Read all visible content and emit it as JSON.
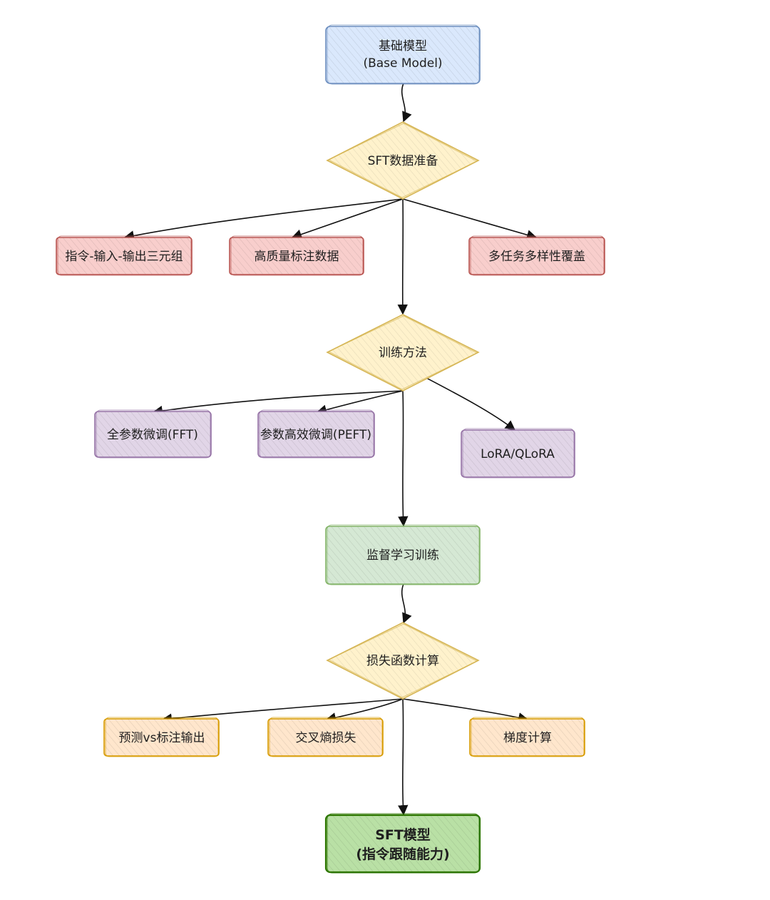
{
  "colors": {
    "blue": "#6c8ebf",
    "blue_fill": "#dae8fc",
    "yellow": "#d6b656",
    "yellow_fill": "#fff2cc",
    "red": "#b85450",
    "red_fill": "#f8cecc",
    "purple": "#9673a6",
    "purple_fill": "#e1d5e7",
    "green": "#82b366",
    "green_fill": "#d5e8d4",
    "orange": "#d79b00",
    "orange_fill": "#ffe6cc",
    "dark_green": "#2d7600",
    "dark_green_fill": "#b9e0a5"
  },
  "nodes": {
    "base_model": {
      "line1": "基础模型",
      "line2": "(Base Model)"
    },
    "sft_data": {
      "label": "SFT数据准备"
    },
    "triplet": {
      "label": "指令-输入-输出三元组"
    },
    "quality": {
      "label": "高质量标注数据"
    },
    "diversity": {
      "label": "多任务多样性覆盖"
    },
    "train_method": {
      "label": "训练方法"
    },
    "fft": {
      "label": "全参数微调(FFT)"
    },
    "peft": {
      "label": "参数高效微调(PEFT)"
    },
    "lora": {
      "label": "LoRA/QLoRA"
    },
    "supervised": {
      "label": "监督学习训练"
    },
    "loss": {
      "label": "损失函数计算"
    },
    "pred_vs_label": {
      "label": "预测vs标注输出"
    },
    "cross_entropy": {
      "label": "交叉熵损失"
    },
    "gradient": {
      "label": "梯度计算"
    },
    "sft_model": {
      "line1": "SFT模型",
      "line2": "(指令跟随能力)"
    }
  }
}
